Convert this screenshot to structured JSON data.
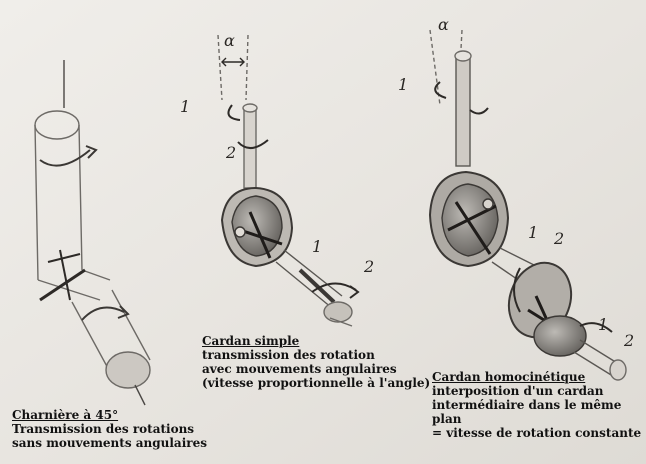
{
  "sketch": {
    "annotations": {
      "alpha_1": "α",
      "alpha_2": "α",
      "num_1a": "1",
      "num_2a": "2",
      "num_1b": "1",
      "num_2b": "2",
      "num_1c": "1",
      "num_1d": "1",
      "num_2d": "2",
      "num_1e": "1",
      "num_2e": "2"
    }
  },
  "charniere": {
    "title": "Charnière à 45°",
    "lines": [
      "Transmission des rotations",
      "sans mouvements angulaires"
    ]
  },
  "cardan_simple": {
    "title": "Cardan simple",
    "lines": [
      "transmission des rotation",
      "avec mouvements angulaires",
      "(vitesse proportionnelle à l'angle)"
    ]
  },
  "cardan_homocinetique": {
    "title": "Cardan homocinétique",
    "lines": [
      "interposition d'un cardan",
      "intermédiaire dans le même plan",
      "= vitesse de rotation constante"
    ]
  }
}
